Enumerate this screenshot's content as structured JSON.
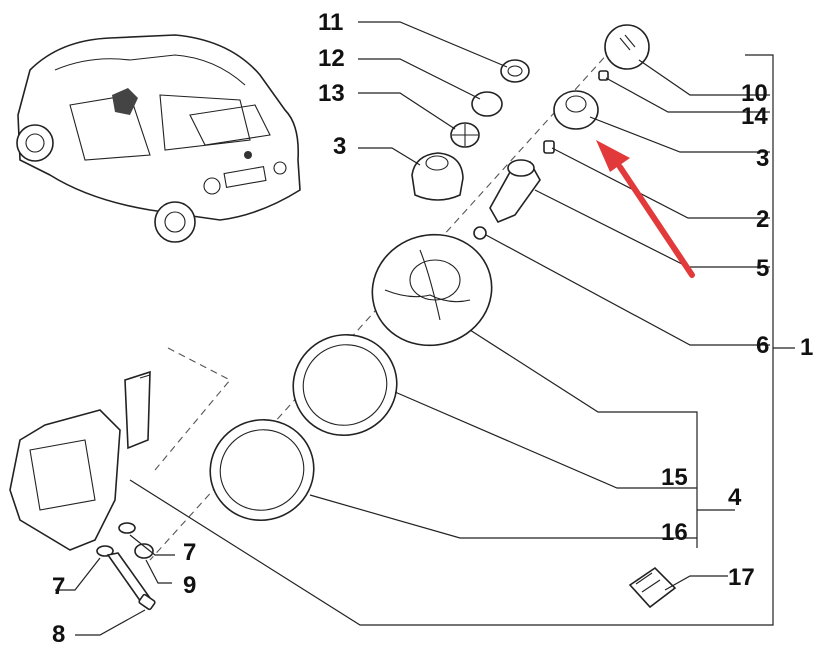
{
  "callouts": {
    "n1": "1",
    "n2": "2",
    "n3a": "3",
    "n3b": "3",
    "n4": "4",
    "n5": "5",
    "n6": "6",
    "n7a": "7",
    "n7b": "7",
    "n8": "8",
    "n9": "9",
    "n10": "10",
    "n11": "11",
    "n12": "12",
    "n13": "13",
    "n14": "14",
    "n15": "15",
    "n16": "16",
    "n17": "17"
  },
  "colors": {
    "arrow": "#e23a3a",
    "line": "#222222",
    "text": "#111111"
  },
  "icons": {
    "car": "car-illustration-icon",
    "arrow": "red-pointer-arrow-icon"
  }
}
